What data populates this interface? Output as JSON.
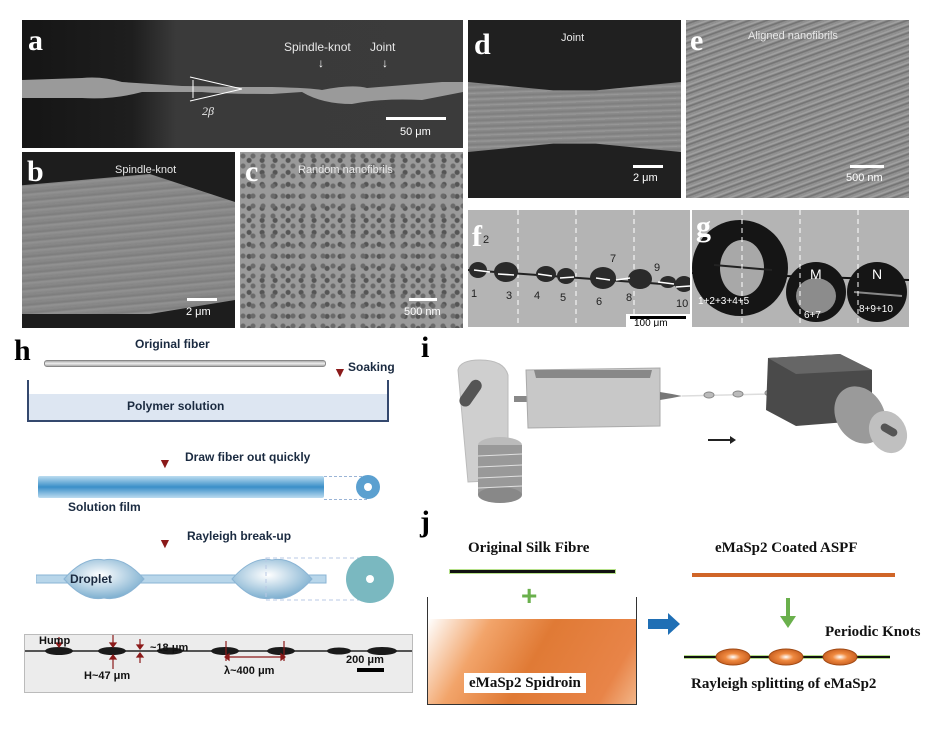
{
  "panels": {
    "a": {
      "letter": "a",
      "labels": {
        "spindle_knot": "Spindle-knot",
        "joint": "Joint",
        "angle": "2β"
      },
      "scale": "50 μm"
    },
    "b": {
      "letter": "b",
      "title": "Spindle-knot",
      "scale": "2 μm"
    },
    "c": {
      "letter": "c",
      "title": "Random nanofibrils",
      "scale": "500 nm"
    },
    "d": {
      "letter": "d",
      "title": "Joint",
      "scale": "2 μm"
    },
    "e": {
      "letter": "e",
      "title": "Aligned nanofibrils",
      "scale": "500 nm"
    },
    "f": {
      "letter": "f",
      "numbers": [
        "1",
        "2",
        "3",
        "4",
        "5",
        "6",
        "7",
        "8",
        "9",
        "10"
      ],
      "scale": "100 μm"
    },
    "g": {
      "letter": "g",
      "droplets": [
        "1+2+3+4+5",
        "6+7",
        "8+9+10"
      ],
      "markers": [
        "M",
        "N"
      ]
    },
    "h": {
      "letter": "h",
      "steps": {
        "original_fiber": "Original fiber",
        "soaking": "Soaking",
        "polymer_solution": "Polymer solution",
        "draw_out": "Draw fiber out quickly",
        "solution_film": "Solution film",
        "rayleigh": "Rayleigh break-up",
        "droplet": "Droplet"
      },
      "micrograph": {
        "hump": "Hump",
        "height": "H~47 μm",
        "diameter": "~18 μm",
        "wavelength": "λ~400 μm",
        "scale": "200 μm"
      }
    },
    "i": {
      "letter": "i"
    },
    "j": {
      "letter": "j",
      "original": "Original Silk Fibre",
      "spidroin": "eMaSp2 Spidroin",
      "coated": "eMaSp2 Coated ASPF",
      "periodic": "Periodic Knots",
      "rayleigh": "Rayleigh splitting of eMaSp2"
    }
  },
  "colors": {
    "arrow_red": "#8b1a1a",
    "film_blue": "#3a8fc8",
    "orange": "#e07a35",
    "green": "#6ab04c",
    "arrow_blue": "#1f6fb5"
  }
}
